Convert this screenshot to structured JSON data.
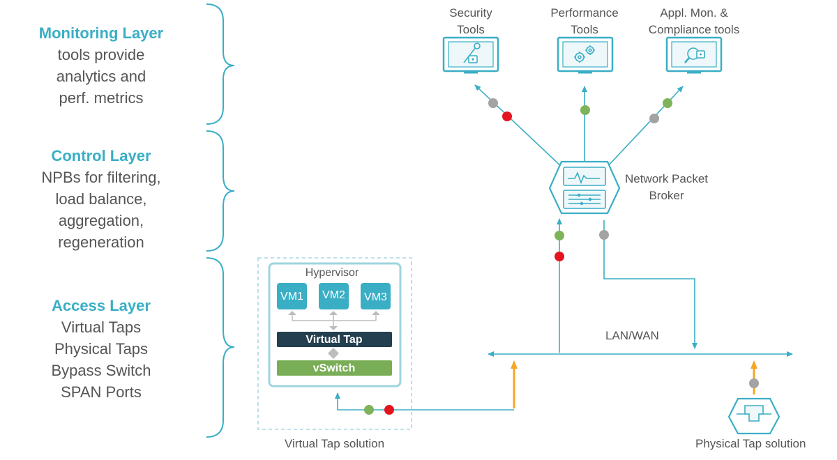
{
  "colors": {
    "teal": "#3aaec5",
    "text": "#555555",
    "vm_fill": "#3aaec5",
    "virtual_tap_fill": "#243f4f",
    "vswitch_fill": "#79ad56",
    "arrow_orange": "#f5a623",
    "dot_grey": "#a3a3a3",
    "dot_green": "#7fb35a",
    "dot_red": "#e3141f"
  },
  "layers": [
    {
      "title": "Monitoring Layer",
      "lines": [
        "tools provide",
        "analytics and",
        "perf. metrics"
      ]
    },
    {
      "title": "Control Layer",
      "lines": [
        "NPBs for filtering,",
        "load balance,",
        "aggregation,",
        "regeneration"
      ]
    },
    {
      "title": "Access Layer",
      "lines": [
        "Virtual Taps",
        "Physical Taps",
        "Bypass Switch",
        "SPAN Ports"
      ]
    }
  ],
  "tools": [
    {
      "lines": [
        "Security",
        "Tools"
      ],
      "icon": "wrench-icon"
    },
    {
      "lines": [
        "Performance",
        "Tools"
      ],
      "icon": "gears-icon"
    },
    {
      "lines": [
        "Appl. Mon. &",
        "Compliance tools"
      ],
      "icon": "magnifier-icon"
    }
  ],
  "npb": {
    "lines": [
      "Network Packet",
      "Broker"
    ],
    "icon": "packet-broker-icon"
  },
  "network": {
    "label": "LAN/WAN"
  },
  "hypervisor": {
    "label": "Hypervisor",
    "vms": [
      "VM1",
      "VM2",
      "VM3"
    ],
    "virtual_tap": "Virtual Tap",
    "vswitch": "vSwitch"
  },
  "captions": {
    "virtual_tap_solution": "Virtual Tap solution",
    "physical_tap_solution": "Physical Tap solution"
  }
}
